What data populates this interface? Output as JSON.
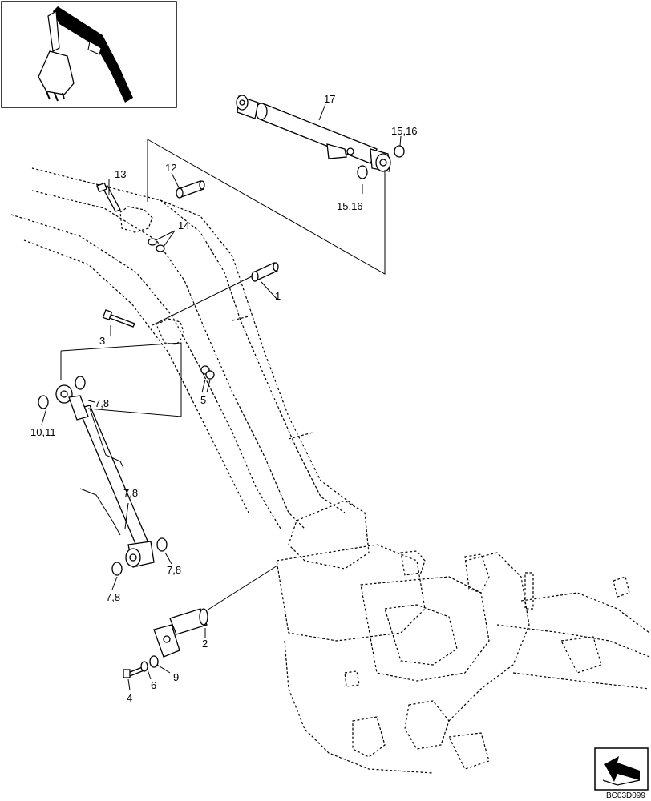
{
  "diagram": {
    "drawing_code": "BC03D099",
    "callouts": [
      {
        "id": "c17",
        "text": "17"
      },
      {
        "id": "c15a",
        "text": "15,16"
      },
      {
        "id": "c15b",
        "text": "15,16"
      },
      {
        "id": "c13",
        "text": "13"
      },
      {
        "id": "c12",
        "text": "12"
      },
      {
        "id": "c14",
        "text": "14"
      },
      {
        "id": "c1",
        "text": "1"
      },
      {
        "id": "c3",
        "text": "3"
      },
      {
        "id": "c5",
        "text": "5"
      },
      {
        "id": "c78a",
        "text": "7,8"
      },
      {
        "id": "c78b",
        "text": "7,8"
      },
      {
        "id": "c1011",
        "text": "10,11"
      },
      {
        "id": "c78c",
        "text": "7,8"
      },
      {
        "id": "c78d",
        "text": "7,8"
      },
      {
        "id": "c2",
        "text": "2"
      },
      {
        "id": "c9",
        "text": "9"
      },
      {
        "id": "c6",
        "text": "6"
      },
      {
        "id": "c4",
        "text": "4"
      }
    ],
    "icons": {
      "thumbnail": "excavator-arm-thumbnail-icon",
      "direction": "forward-arrow-icon"
    }
  }
}
